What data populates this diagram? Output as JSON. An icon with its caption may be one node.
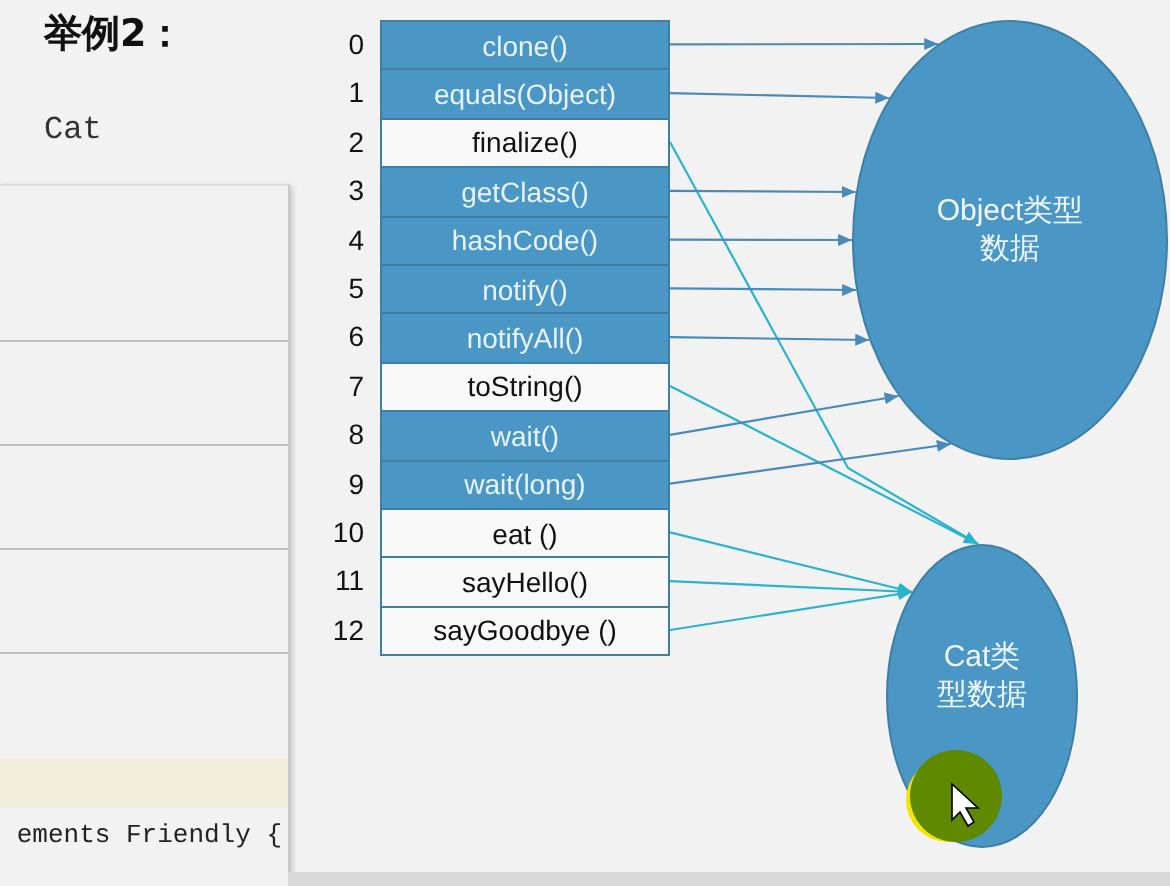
{
  "diagram": {
    "title": "举例2：",
    "nodes": [
      {
        "text": [
          "clone()"
        ],
        "beside": [
          "0"
        ]
      },
      {
        "text": [
          "equals(Object)"
        ],
        "beside": [
          "1"
        ]
      },
      {
        "text": [
          "finalize()"
        ],
        "beside": [
          "2"
        ]
      },
      {
        "text": [
          "getClass()"
        ],
        "beside": [
          "3"
        ]
      },
      {
        "text": [
          "hashCode()"
        ],
        "beside": [
          "4"
        ]
      },
      {
        "text": [
          "notify()"
        ],
        "beside": [
          "5"
        ]
      },
      {
        "text": [
          "notifyAll()"
        ],
        "beside": [
          "6"
        ]
      },
      {
        "text": [
          "toString()"
        ],
        "beside": [
          "7"
        ]
      },
      {
        "text": [
          "wait()"
        ],
        "beside": [
          "8"
        ]
      },
      {
        "text": [
          "wait(long)"
        ],
        "beside": [
          "9"
        ]
      },
      {
        "text": [
          "eat ()"
        ],
        "beside": [
          "10"
        ]
      },
      {
        "text": [
          "sayHello()"
        ],
        "beside": [
          "11"
        ]
      },
      {
        "text": [
          "sayGoodbye ()"
        ],
        "beside": [
          "12"
        ]
      },
      {
        "text": [
          "Object类型数据"
        ]
      },
      {
        "text": [
          "Cat类型数据"
        ]
      }
    ],
    "edges": [
      {
        "from": 0,
        "to": 13,
        "arrow": "to"
      },
      {
        "from": 1,
        "to": 13,
        "arrow": "to"
      },
      {
        "from": 2,
        "to": 14,
        "arrow": "to",
        "color": "#29b3cc"
      },
      {
        "from": 3,
        "to": 13,
        "arrow": "to"
      },
      {
        "from": 4,
        "to": 13,
        "arrow": "to"
      },
      {
        "from": 5,
        "to": 13,
        "arrow": "to"
      },
      {
        "from": 6,
        "to": 13,
        "arrow": "to"
      },
      {
        "from": 7,
        "to": 14,
        "arrow": "to",
        "color": "#29b3cc"
      },
      {
        "from": 8,
        "to": 13,
        "arrow": "to"
      },
      {
        "from": 9,
        "to": 13,
        "arrow": "to"
      },
      {
        "from": 10,
        "to": 14,
        "arrow": "to",
        "color": "#29b3cc"
      },
      {
        "from": 11,
        "to": 14,
        "arrow": "to",
        "color": "#29b3cc"
      },
      {
        "from": 12,
        "to": 14,
        "arrow": "to",
        "color": "#29b3cc"
      }
    ],
    "labels": [
      "Cat",
      "ements Friendly {"
    ]
  }
}
